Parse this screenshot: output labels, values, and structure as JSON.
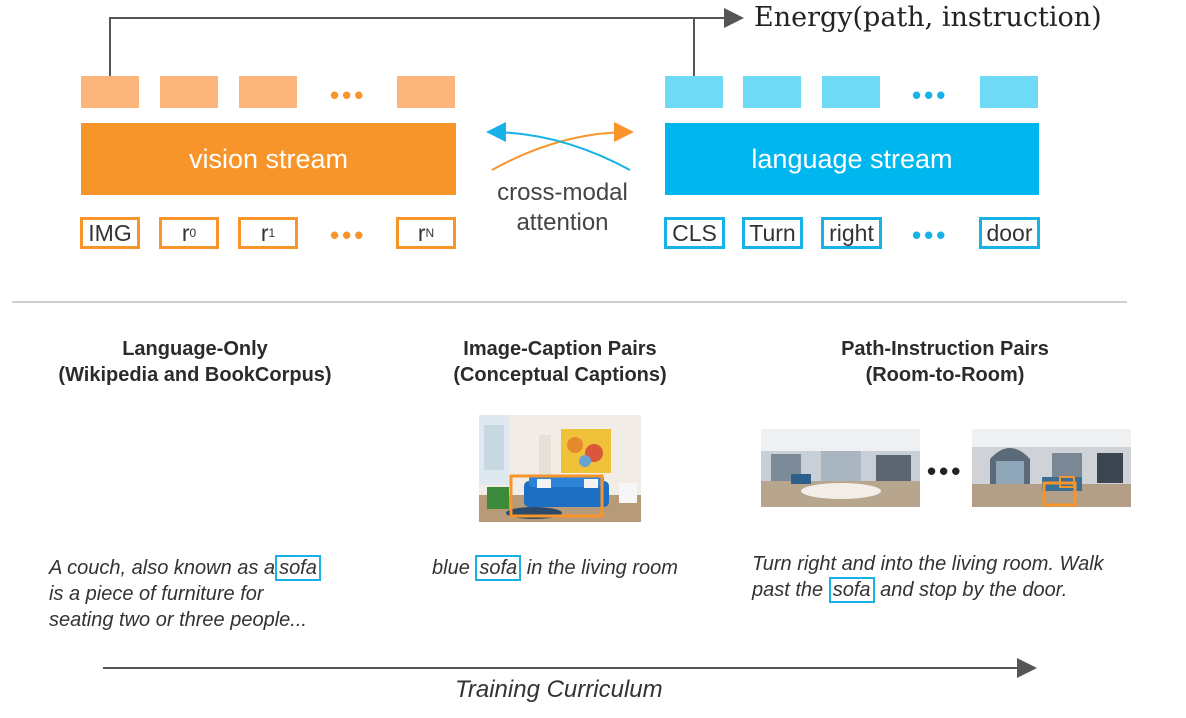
{
  "energy_label": "Energy(path, instruction)",
  "vision_stream": {
    "label": "vision stream",
    "tokens": [
      "IMG",
      "r",
      "r",
      "r"
    ],
    "superscripts": [
      "",
      "0",
      "1",
      "N"
    ],
    "ellipsis": "•••"
  },
  "language_stream": {
    "label": "language stream",
    "tokens": [
      "CLS",
      "Turn",
      "right",
      "door"
    ],
    "ellipsis": "•••"
  },
  "cross_modal": {
    "line1": "cross-modal",
    "line2": "attention"
  },
  "stages": [
    {
      "title_line1": "Language-Only",
      "title_line2": "(Wikipedia and BookCorpus)",
      "text_before": "A couch, also known as a",
      "highlight": "sofa",
      "text_after_line1": "",
      "text_line2": "is a piece of furniture for",
      "text_line3": "seating two or three people..."
    },
    {
      "title_line1": "Image-Caption Pairs",
      "title_line2": "(Conceptual Captions)",
      "text_before": "blue",
      "highlight": "sofa",
      "text_after": "in the living room"
    },
    {
      "title_line1": "Path-Instruction Pairs",
      "title_line2": "(Room-to-Room)",
      "text_line1": "Turn right and into the living room. Walk",
      "text_before": "past the",
      "highlight": "sofa",
      "text_after": "and stop by the door.",
      "panorama_ellipsis": "•••"
    }
  ],
  "curriculum_label": "Training Curriculum",
  "colors": {
    "vision": "#f7942a",
    "language": "#00b6ee",
    "vision_light": "#fbb57a",
    "language_light": "#6fdaf6"
  }
}
